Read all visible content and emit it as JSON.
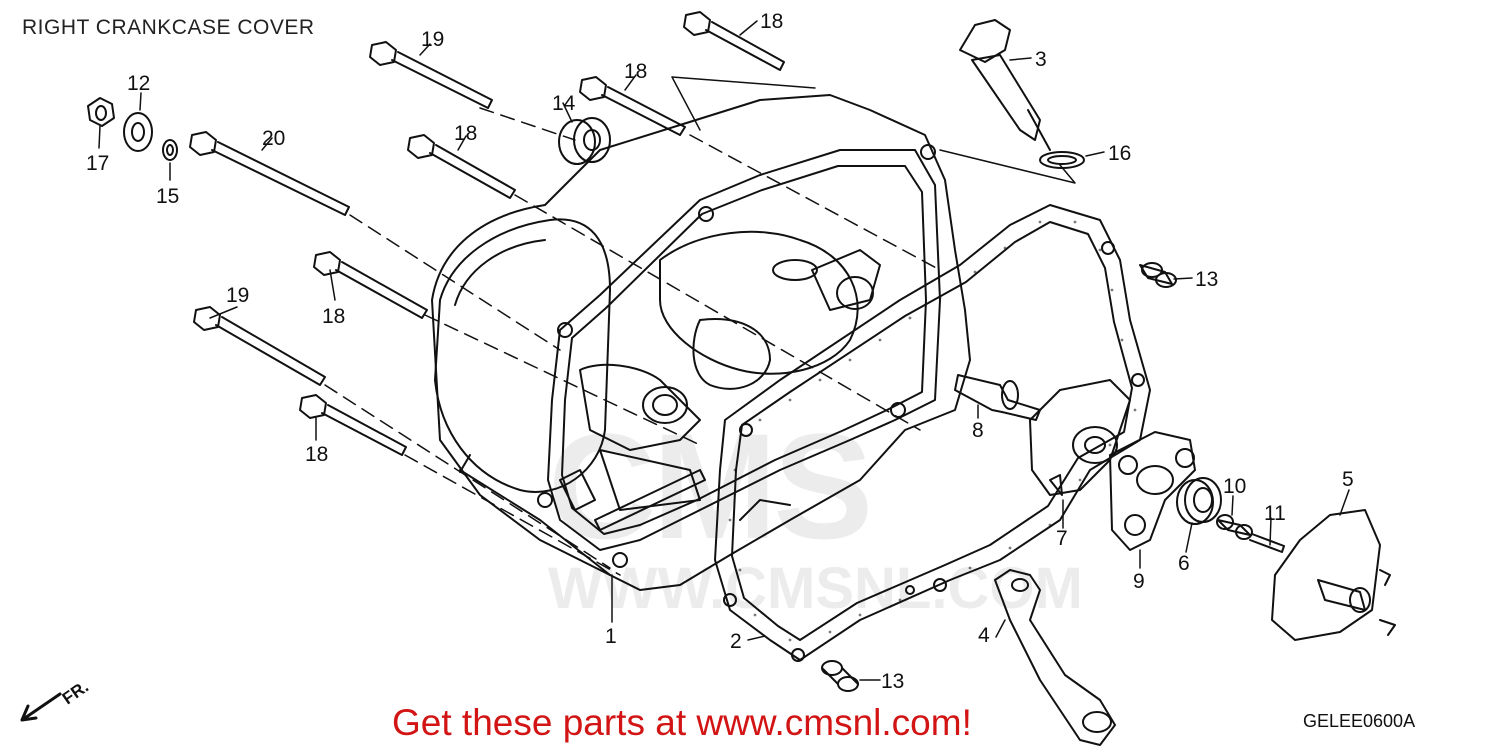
{
  "title": "RIGHT CRANKCASE COVER",
  "watermark": {
    "logo": "CMS",
    "url": "WWW.CMSNL.COM"
  },
  "direction": "FR.",
  "promo_text": "Get these parts at www.cmsnl.com!",
  "diagram_code": "GELEE0600A",
  "callouts": {
    "c1": "1",
    "c2": "2",
    "c3": "3",
    "c4": "4",
    "c5": "5",
    "c6": "6",
    "c7": "7",
    "c8": "8",
    "c9": "9",
    "c10": "10",
    "c11": "11",
    "c12": "12",
    "c13a": "13",
    "c13b": "13",
    "c14": "14",
    "c15": "15",
    "c16": "16",
    "c17": "17",
    "c18a": "18",
    "c18b": "18",
    "c18c": "18",
    "c18d": "18",
    "c18e": "18",
    "c19a": "19",
    "c19b": "19",
    "c20": "20"
  },
  "colors": {
    "line": "#111111",
    "promo": "#d21414",
    "watermark": "#ececec"
  }
}
